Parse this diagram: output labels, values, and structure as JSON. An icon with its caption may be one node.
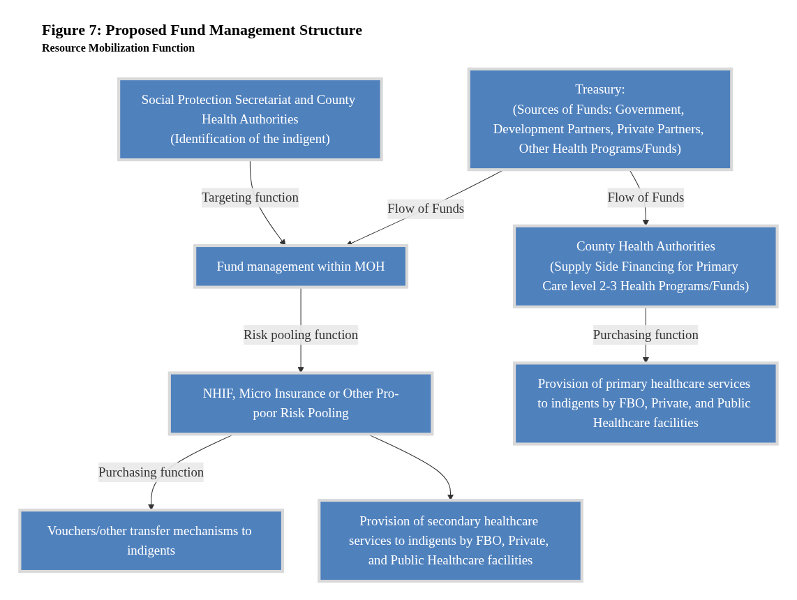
{
  "diagram": {
    "title": "Figure 7: Proposed Fund Management Structure",
    "nodes": [
      {
        "text": [
          "Treasury:",
          "(Sources of Funds: Government, Development Partners, Private Partners, Other Health Programs/Funds)"
        ]
      },
      {
        "text": [
          "Social Protection Secretariat and County Health Authorities",
          "(Identification of the indigent)"
        ]
      },
      {
        "text": [
          "Fund management within MOH"
        ]
      },
      {
        "text": [
          "County Health Authorities",
          "(Supply Side Financing for Primary Care level 2-3 Health Programs/Funds)"
        ]
      },
      {
        "text": [
          "NHIF, Micro Insurance or Other Pro-poor Risk Pooling"
        ]
      },
      {
        "text": [
          "Provision of primary healthcare services to indigents by FBO, Private, and Public Healthcare facilities"
        ]
      },
      {
        "text": [
          "Vouchers/other transfer mechanisms to indigents"
        ]
      },
      {
        "text": [
          "Provision of secondary healthcare services to indigents by FBO, Private, and Public Healthcare facilities"
        ]
      }
    ],
    "edges": [
      {
        "from": 0,
        "to": 2,
        "arrow": "to",
        "label": "Flow of Funds"
      },
      {
        "from": 0,
        "to": 3,
        "arrow": "to",
        "label": "Flow of Funds"
      },
      {
        "from": 1,
        "to": 2,
        "arrow": "to",
        "label": "Targeting function"
      },
      {
        "from": 2,
        "to": 4,
        "arrow": "to",
        "label": "Risk pooling function"
      },
      {
        "from": 3,
        "to": 5,
        "arrow": "to",
        "label": "Purchasing function"
      },
      {
        "from": 4,
        "to": 6,
        "arrow": "to",
        "label": "Purchasing function"
      },
      {
        "from": 4,
        "to": 7,
        "arrow": "to"
      }
    ],
    "labels": [
      "Resource Mobilization Function"
    ]
  }
}
